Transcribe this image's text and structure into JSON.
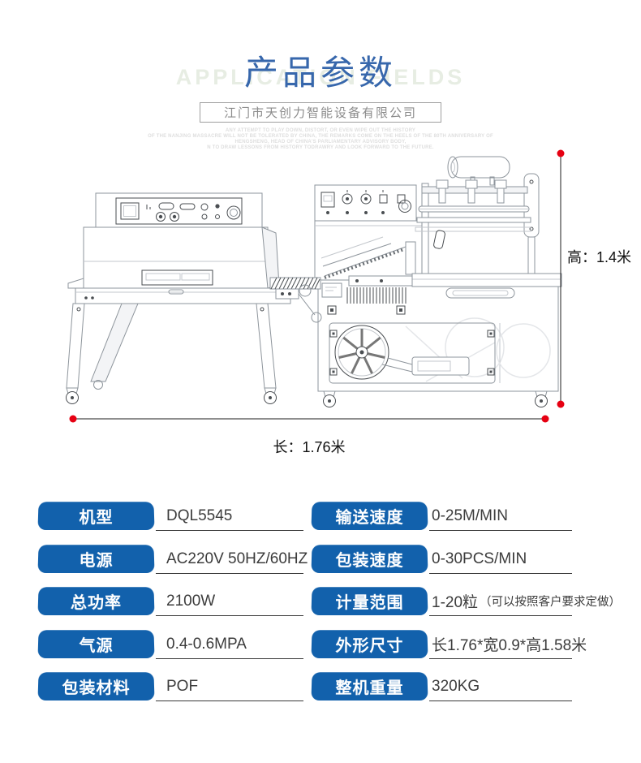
{
  "colors": {
    "accent_blue": "#1261ac",
    "title_blue": "#3767ac",
    "marker_red": "#e60012"
  },
  "header": {
    "background_watermark": "APPLICATION FIELDS",
    "title": "产品参数",
    "company": "江门市天创力智能设备有限公司",
    "fine_print": {
      "line1": "ANY ATTEMPT TO PLAY DOWN, DISTORT, OR EVEN WIPE OUT THE HISTORY",
      "line2": "OF THE NANJING MASSACRE WILL NOT BE TOLERATED BY CHINA, THE REMARKS COME ON THE HEELS OF THE 80TH ANNIVERSARY OF",
      "line3": "HENGSHENG, HEAD OF CHINA'S PARLIAMENTARY ADVISORY BODY,",
      "line4": "N TO DRAW LESSONS FROM HISTORY TODRAWRY AND LOOK FORWARD TO THE FUTURE."
    }
  },
  "figure": {
    "height_label": "高：1.4米",
    "length_label": "长：1.76米"
  },
  "specs": {
    "rows": [
      {
        "label": "机型",
        "value": "DQL5545"
      },
      {
        "label": "电源",
        "value": "AC220V 50HZ/60HZ"
      },
      {
        "label": "总功率",
        "value": "2100W"
      },
      {
        "label": "气源",
        "value": "0.4-0.6MPA"
      },
      {
        "label": "包装材料",
        "value": "POF"
      },
      {
        "label": "输送速度",
        "value": "0-25M/MIN"
      },
      {
        "label": "包装速度",
        "value": "0-30PCS/MIN"
      },
      {
        "label": "计量范围",
        "value": "1-20粒",
        "note": "（可以按照客户要求定做）"
      },
      {
        "label": "外形尺寸",
        "value": "长1.76*宽0.9*高1.58米"
      },
      {
        "label": "整机重量",
        "value": "320KG"
      }
    ]
  }
}
